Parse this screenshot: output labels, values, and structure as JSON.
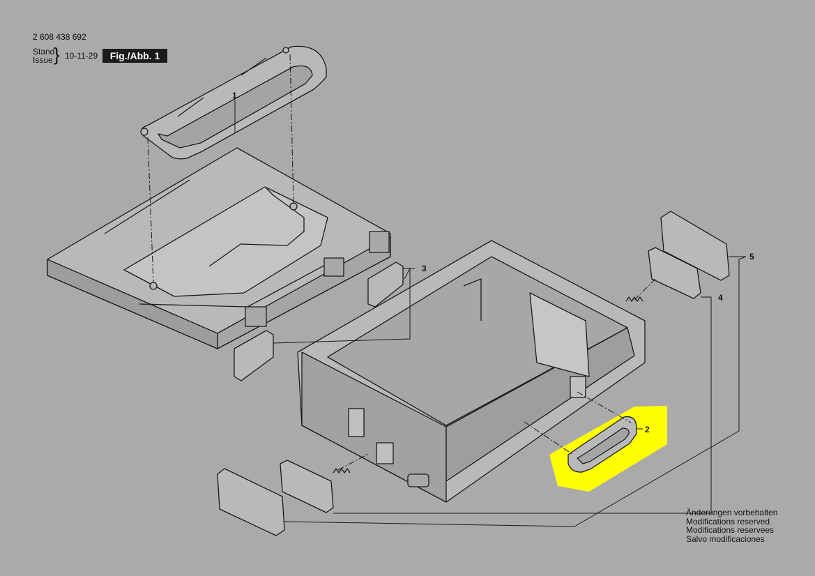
{
  "header": {
    "part_number": "2 608 438 692",
    "stand_label": "Stand",
    "issue_label": "Issue",
    "issue_date": "10-11-29",
    "figure_label": "Fig./Abb. 1"
  },
  "callouts": [
    "1",
    "2",
    "3",
    "4",
    "5"
  ],
  "notice": [
    "Änderungen vorbehalten",
    "Modifications reserved",
    "Modifications reservees",
    "Salvo modificaciones"
  ],
  "colors": {
    "background": "#aaaaaa",
    "part_fill": "#b9b9b9",
    "outline": "#1a1a1a",
    "highlight": "#ffff00"
  }
}
